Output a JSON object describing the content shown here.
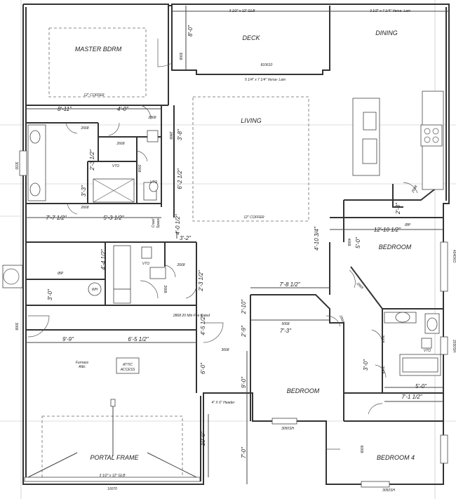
{
  "labels": {
    "master_bdrm": "MASTER BDRM",
    "deck": "DECK",
    "dining": "DINING",
    "living": "LIVING",
    "bedroom_right": "BEDROOM",
    "bedroom_mid": "BEDROOM",
    "bedroom4": "BEDROOM 4",
    "portal_frame": "PORTAL FRAME",
    "attic_access_1": "ATTIC",
    "attic_access_2": "ACCESS",
    "furnace_1": "Furnace",
    "furnace_2": "Attic",
    "crawl_space_1": "Crawl",
    "crawl_space_2": "Space",
    "wh": "WH",
    "ibp_left": "IBP",
    "ibp_right": "IBP",
    "vto_1": "VTO",
    "vto_2": "VTO",
    "vto_3": "VTO",
    "vto_4": "VTO"
  },
  "notes": {
    "glb_top": "3 1/2\" x 12\" GLB",
    "versalam_top": "3 1/2\" x 7 1/4\" Versa- Lam",
    "versalam_deck": "5 1/4\" x 7 1/4\" Versa- Lam",
    "coffer_master": "12\" COFFER",
    "coffer_living": "12\" COFFER",
    "glb_bottom": "3 1/2\" x 12\" GLB",
    "header": "4\" X 6\" Header",
    "fire_rated": "2868 20 Min Fire Rated"
  },
  "openings": {
    "d810610": "810610",
    "d3068_deck": "3068",
    "d2668_a": "2668",
    "d2668_b": "2668",
    "d2868_a": "2868",
    "d2868_b": "2868",
    "d2668_c": "2668",
    "d2668_d": "2668",
    "d3030": "3030",
    "d2668_e": "2668",
    "d2668_f": "2668",
    "d3068_left": "3068",
    "d3668": "3668",
    "d5068": "5068",
    "d4068": "4068",
    "d2868_c": "2868",
    "d2668_g": "2668",
    "d2668_h": "2668",
    "d2668_i": "2668",
    "d2868_d": "2868",
    "d4040xo": "4040XO",
    "d2030sh": "2030SH",
    "d3050sh_a": "3050SH",
    "d3050sh_b": "3050SH",
    "d6068": "6068",
    "d16070": "16070"
  },
  "dimensions": {
    "d8_0": "8'-0\"",
    "d8_11": "8'-11\"",
    "d4_0": "4'-0\"",
    "d3_8": "3'-8\"",
    "d2_3half": "2'-3 1/2\"",
    "d6_2half": "6'-2 1/2\"",
    "d3_3": "3'-3\"",
    "d7_7half": "7'-7 1/2\"",
    "d5_3half": "5'-3 1/2\"",
    "d4_0half": "4'-0 1/2\"",
    "d3_2": "3'-2\"",
    "d4_4half": "4'-4 1/2\"",
    "d2_3half_b": "2'-3 1/2\"",
    "d3_0": "3'-0\"",
    "d9_9": "9'-9\"",
    "d6_5half": "6'-5 1/2\"",
    "d2_10": "2'-10\"",
    "d7_8half": "7'-8 1/2\"",
    "d7_3": "7'-3\"",
    "d2_9": "2'-9\"",
    "d4_5half": "4'-5 1/2\"",
    "d6_0": "6'-0\"",
    "d9_0": "9'-0\"",
    "d10_0": "10'-0\"",
    "d7_0": "7'-0\"",
    "d4_10three": "4'-10 3/4\"",
    "d12_10half": "12'-10 1/2\"",
    "d5_0": "5'-0\"",
    "d2_3": "2'-3\"",
    "d3_0b": "3'-0\"",
    "d5_0b": "5'-0\"",
    "d7_1half": "7'-1 1/2\""
  }
}
